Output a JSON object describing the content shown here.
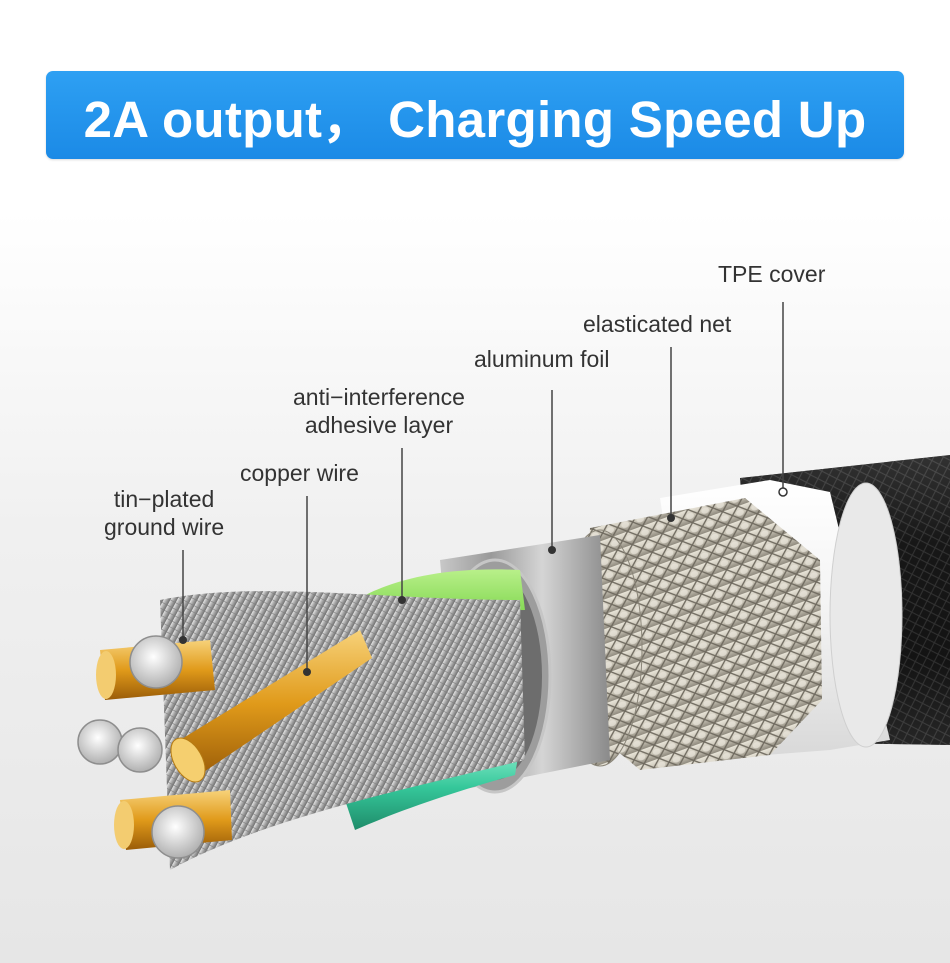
{
  "banner": {
    "title": "2A output， Charging Speed Up"
  },
  "labels": {
    "tpe_cover": "TPE cover",
    "elasticated_net": "elasticated net",
    "aluminum_foil": "aluminum foil",
    "anti_interference_line1": "anti−interference",
    "anti_interference_line2": "adhesive layer",
    "copper_wire": "copper wire",
    "tin_plated_line1": "tin−plated",
    "tin_plated_line2": "ground wire"
  },
  "colors": {
    "banner": "#1b8ae6",
    "copper": "#e0a020",
    "green_layer": "#74d34a",
    "teal_wire": "#35c79a",
    "foil": "#b9b9b9",
    "cover_black": "#1a1a1a"
  }
}
